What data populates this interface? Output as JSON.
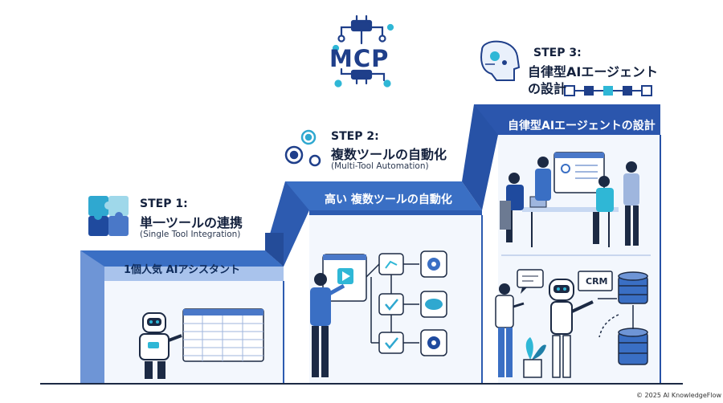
{
  "logo": {
    "text": "MCP"
  },
  "step1": {
    "label": "STEP 1:",
    "title": "単一ツールの連携",
    "subtitle": "(Single Tool Integration)",
    "band": "1個人気 AIアシスタント"
  },
  "step2": {
    "label": "STEP 2:",
    "title": "複数ツールの自動化",
    "subtitle": "(Multi-Tool Automation)",
    "band": "高い 複数ツールの自動化"
  },
  "step3": {
    "label": "STEP 3:",
    "title_line1": "自律型AIエージェント",
    "title_line2": "の設計",
    "band": "自律型AIエージェントの設計"
  },
  "crm_label": "CRM",
  "copyright": "© 2025 AI KnowledgeFlow",
  "colors": {
    "dark_blue": "#1f4a9e",
    "mid_blue": "#4a78c8",
    "light_blue": "#c7d8f2",
    "pale_blue": "#e9f0fb",
    "accent_cyan": "#2fb7d6"
  }
}
